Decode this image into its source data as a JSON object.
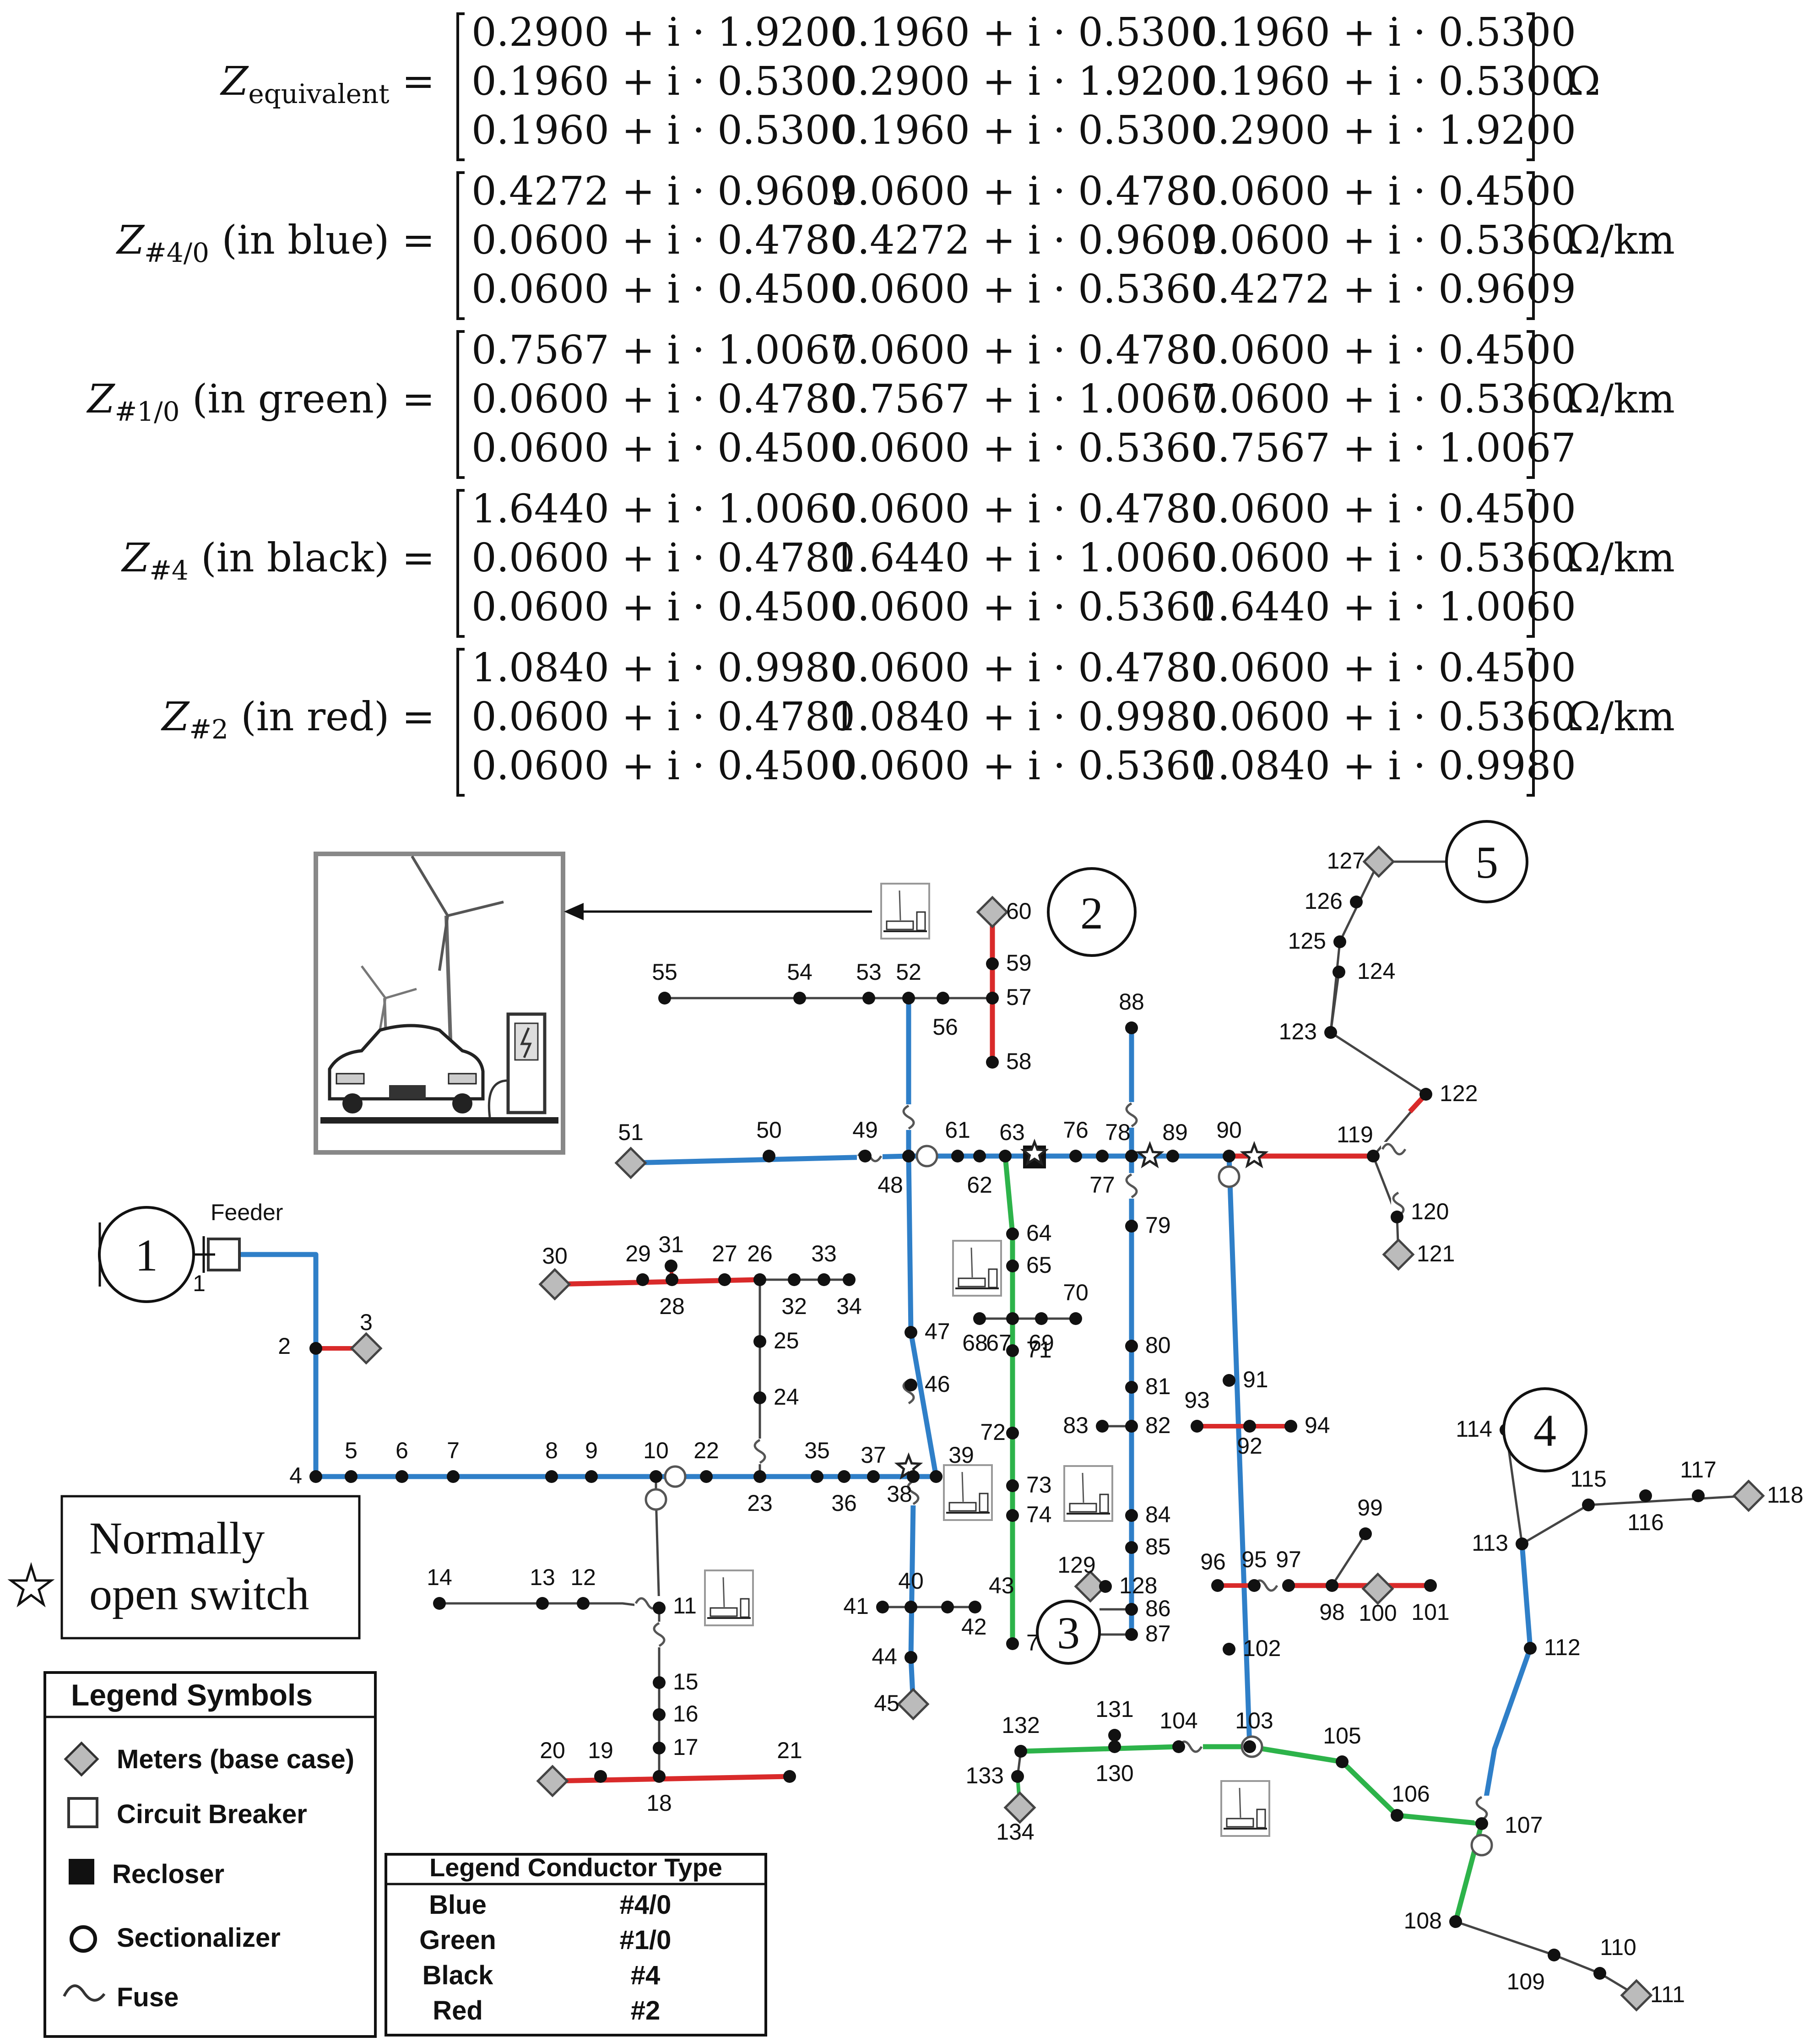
{
  "equations": [
    {
      "label": "Z",
      "sub": "equivalent",
      "suffix": " =",
      "unit": "Ω",
      "rows": [
        [
          "0.2900 + i · 1.9200",
          "0.1960 + i · 0.5300",
          "0.1960 + i · 0.5300"
        ],
        [
          "0.1960 + i · 0.5300",
          "0.2900 + i · 1.9200",
          "0.1960 + i · 0.5300"
        ],
        [
          "0.1960 + i · 0.5300",
          "0.1960 + i · 0.5300",
          "0.2900 + i · 1.9200"
        ]
      ]
    },
    {
      "label": "Z",
      "sub": "#4/0",
      "suffix": " (in blue) =",
      "unit": "Ω/km",
      "rows": [
        [
          "0.4272 + i · 0.9609",
          "0.0600 + i · 0.4780",
          "0.0600 + i · 0.4500"
        ],
        [
          "0.0600 + i · 0.4780",
          "0.4272 + i · 0.9609",
          "0.0600 + i · 0.5360"
        ],
        [
          "0.0600 + i · 0.4500",
          "0.0600 + i · 0.5360",
          "0.4272 + i · 0.9609"
        ]
      ]
    },
    {
      "label": "Z",
      "sub": "#1/0",
      "suffix": " (in green) =",
      "unit": "Ω/km",
      "rows": [
        [
          "0.7567 + i · 1.0067",
          "0.0600 + i · 0.4780",
          "0.0600 + i · 0.4500"
        ],
        [
          "0.0600 + i · 0.4780",
          "0.7567 + i · 1.0067",
          "0.0600 + i · 0.5360"
        ],
        [
          "0.0600 + i · 0.4500",
          "0.0600 + i · 0.5360",
          "0.7567 + i · 1.0067"
        ]
      ]
    },
    {
      "label": "Z",
      "sub": "#4",
      "suffix": " (in black) =",
      "unit": "Ω/km",
      "rows": [
        [
          "1.6440 + i · 1.0060",
          "0.0600 + i · 0.4780",
          "0.0600 + i · 0.4500"
        ],
        [
          "0.0600 + i · 0.4780",
          "1.6440 + i · 1.0060",
          "0.0600 + i · 0.5360"
        ],
        [
          "0.0600 + i · 0.4500",
          "0.0600 + i · 0.5360",
          "1.6440 + i · 1.0060"
        ]
      ]
    },
    {
      "label": "Z",
      "sub": "#2",
      "suffix": " (in red) =",
      "unit": "Ω/km",
      "rows": [
        [
          "1.0840 + i · 0.9980",
          "0.0600 + i · 0.4780",
          "0.0600 + i · 0.4500"
        ],
        [
          "0.0600 + i · 0.4780",
          "1.0840 + i · 0.9980",
          "0.0600 + i · 0.5360"
        ],
        [
          "0.0600 + i · 0.4500",
          "0.0600 + i · 0.5360",
          "1.0840 + i · 0.9980"
        ]
      ]
    }
  ],
  "diagram": {
    "feeder_label": "Feeder",
    "normally_open": {
      "line1": "Normally",
      "line2": "open switch"
    },
    "legend_symbols": {
      "title": "Legend Symbols",
      "items": [
        "Meters (base case)",
        "Circuit Breaker",
        "Recloser",
        "Sectionalizer",
        "Fuse"
      ]
    },
    "legend_conductor": {
      "title": "Legend Conductor Type",
      "rows": [
        {
          "color_name": "Blue",
          "type": "#4/0",
          "color": "#2222cc"
        },
        {
          "color_name": "Green",
          "type": "#1/0",
          "color": "#22aa44"
        },
        {
          "color_name": "Black",
          "type": "#4",
          "color": "#111111"
        },
        {
          "color_name": "Red",
          "type": "#2",
          "color": "#dd2222"
        }
      ]
    },
    "colors": {
      "blue": "#2f7fc8",
      "green": "#2db34a",
      "black": "#444444",
      "red": "#d92a2a"
    },
    "circles": [
      "1",
      "2",
      "3",
      "4",
      "5"
    ],
    "nodes": [
      "1",
      "2",
      "3",
      "4",
      "5",
      "6",
      "7",
      "8",
      "9",
      "10",
      "11",
      "12",
      "13",
      "14",
      "15",
      "16",
      "17",
      "18",
      "19",
      "20",
      "21",
      "22",
      "23",
      "24",
      "25",
      "26",
      "27",
      "28",
      "29",
      "30",
      "31",
      "32",
      "33",
      "34",
      "35",
      "36",
      "37",
      "38",
      "39",
      "40",
      "41",
      "42",
      "43",
      "44",
      "45",
      "46",
      "47",
      "48",
      "49",
      "50",
      "51",
      "52",
      "53",
      "54",
      "55",
      "56",
      "57",
      "58",
      "59",
      "60",
      "61",
      "62",
      "63",
      "64",
      "65",
      "67",
      "68",
      "69",
      "70",
      "71",
      "72",
      "73",
      "74",
      "75",
      "76",
      "77",
      "78",
      "79",
      "80",
      "81",
      "82",
      "83",
      "84",
      "85",
      "86",
      "87",
      "88",
      "89",
      "90",
      "91",
      "92",
      "93",
      "94",
      "95",
      "96",
      "97",
      "98",
      "99",
      "100",
      "101",
      "102",
      "103",
      "104",
      "105",
      "106",
      "107",
      "108",
      "109",
      "110",
      "111",
      "112",
      "113",
      "114",
      "115",
      "116",
      "117",
      "118",
      "119",
      "120",
      "121",
      "122",
      "123",
      "124",
      "125",
      "126",
      "127",
      "128",
      "129",
      "130",
      "131",
      "132",
      "133",
      "134"
    ]
  }
}
